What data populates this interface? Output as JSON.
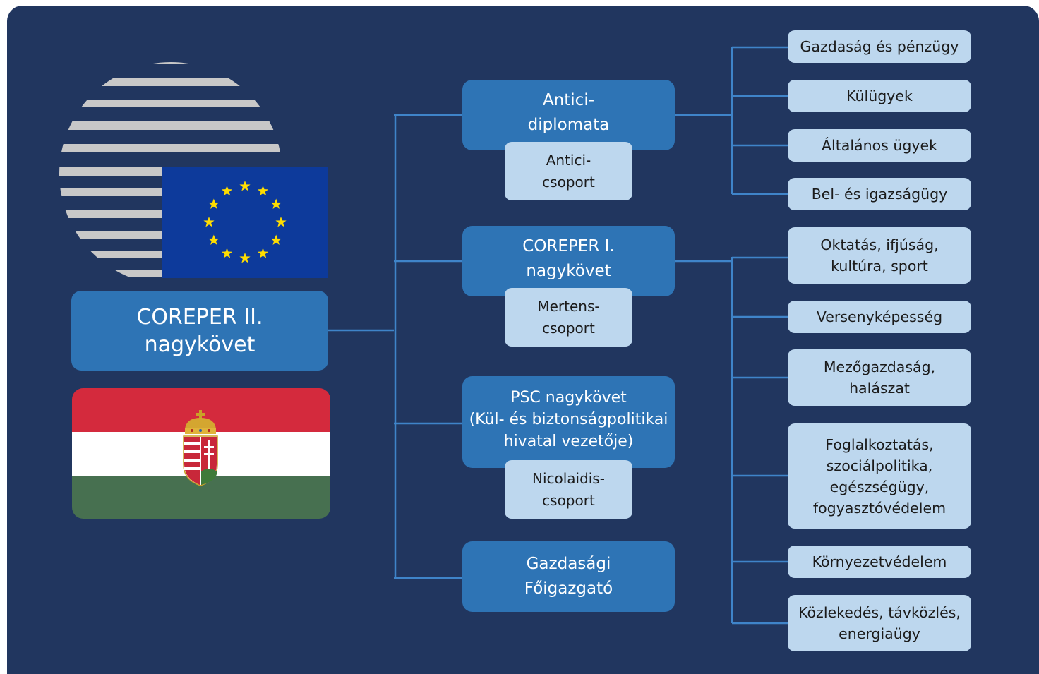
{
  "colors": {
    "background": "#21365f",
    "primary_box": "#2e74b5",
    "secondary_box": "#bdd7ee",
    "connector": "#3f84c9",
    "eu_blue": "#0d3a9b",
    "eu_star": "#ffdd00",
    "hu_red": "#d42a3d",
    "hu_white": "#ffffff",
    "hu_green": "#477050"
  },
  "icons": {
    "council_logo": "council-of-eu-building-icon",
    "eu_flag": "eu-flag-icon",
    "hu_flag": "hungary-flag-icon"
  },
  "diagram": {
    "root": "COREPER II.\nnagykövet",
    "branches": [
      {
        "title": "Antici-\ndiplomata",
        "group": "Antici-\ncsoport"
      },
      {
        "title": "COREPER I.\nnagykövet",
        "group": "Mertens-\ncsoport"
      },
      {
        "title": "PSC nagykövet\n(Kül- és biztonságpolitikai\nhivatal vezetője)",
        "group": "Nicolaidis-\ncsoport"
      },
      {
        "title": "Gazdasági\nFőigazgató"
      }
    ],
    "antici_councils": [
      "Gazdaság és pénzügy",
      "Külügyek",
      "Általános ügyek",
      "Bel- és igazságügy"
    ],
    "coreper1_councils": [
      "Oktatás, ifjúság,\nkultúra, sport",
      "Versenyképesség",
      "Mezőgazdaság,\nhalászat",
      "Foglalkoztatás,\nszociálpolitika,\negészségügy,\nfogyasztóvédelem",
      "Környezetvédelem",
      "Közlekedés, távközlés,\nenergiaügy"
    ]
  }
}
